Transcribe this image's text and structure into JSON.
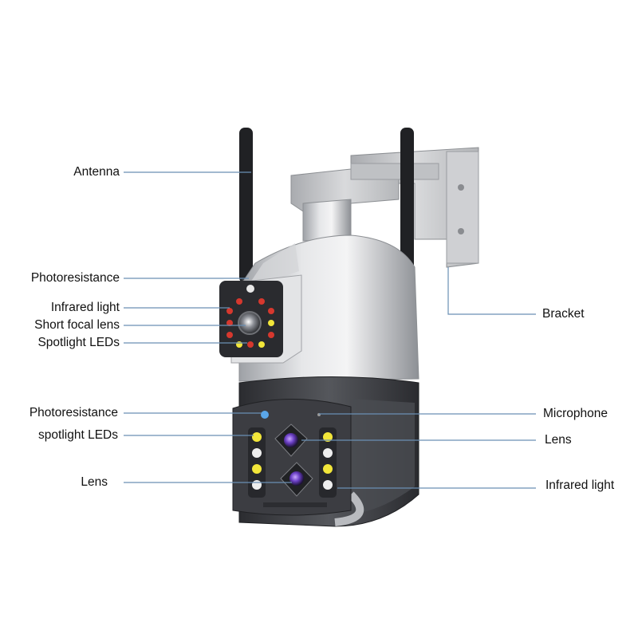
{
  "diagram": {
    "labels": {
      "antenna": "Antenna",
      "photoresistance_top": "Photoresistance",
      "infrared_light_top": "Infrared light",
      "short_focal_lens": "Short focal lens",
      "spotlight_leds_top": "Spotlight LEDs",
      "photoresistance_bottom": "Photoresistance",
      "spotlight_leds_bottom": "spotlight LEDs",
      "lens_left": "Lens",
      "bracket": "Bracket",
      "microphone": "Microphone",
      "lens_right": "Lens",
      "infrared_light_right": "Infrared light"
    },
    "colors": {
      "leader_line": "#6a8fb4",
      "body_silver": "#c9cbce",
      "housing_dark": "#3a3b3f",
      "led_yellow": "#f2e63a",
      "led_red": "#d6382e",
      "lens_purple": "#7a4fd0"
    }
  }
}
